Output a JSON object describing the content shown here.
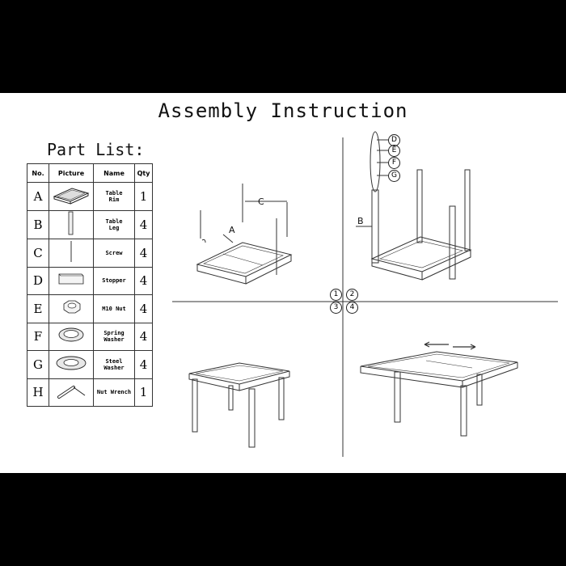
{
  "title": "Assembly Instruction",
  "part_list": {
    "heading": "Part List:",
    "headers": {
      "no": "No.",
      "picture": "Picture",
      "name": "Name",
      "qty": "Qty"
    },
    "rows": [
      {
        "no": "A",
        "name_line1": "Table",
        "name_line2": "Rim",
        "qty": "1",
        "icon": "table-rim-icon"
      },
      {
        "no": "B",
        "name_line1": "Table",
        "name_line2": "Leg",
        "qty": "4",
        "icon": "table-leg-icon"
      },
      {
        "no": "C",
        "name_line1": "Screw",
        "name_line2": "",
        "qty": "4",
        "icon": "screw-icon"
      },
      {
        "no": "D",
        "name_line1": "Stopper",
        "name_line2": "",
        "qty": "4",
        "icon": "stopper-icon"
      },
      {
        "no": "E",
        "name_line1": "M10 Nut",
        "name_line2": "",
        "qty": "4",
        "icon": "nut-icon"
      },
      {
        "no": "F",
        "name_line1": "Spring",
        "name_line2": "Washer",
        "qty": "4",
        "icon": "spring-washer-icon"
      },
      {
        "no": "G",
        "name_line1": "Steel",
        "name_line2": "Washer",
        "qty": "4",
        "icon": "steel-washer-icon"
      },
      {
        "no": "H",
        "name_line1": "Nut Wrench",
        "name_line2": "",
        "qty": "1",
        "icon": "nut-wrench-icon"
      }
    ]
  },
  "diagram_labels": {
    "step1": {
      "a": "A",
      "c": "C"
    },
    "step2": {
      "b": "B",
      "d": "D",
      "e": "E",
      "f": "F",
      "g": "G"
    },
    "steps": [
      "1",
      "2",
      "3",
      "4"
    ]
  }
}
